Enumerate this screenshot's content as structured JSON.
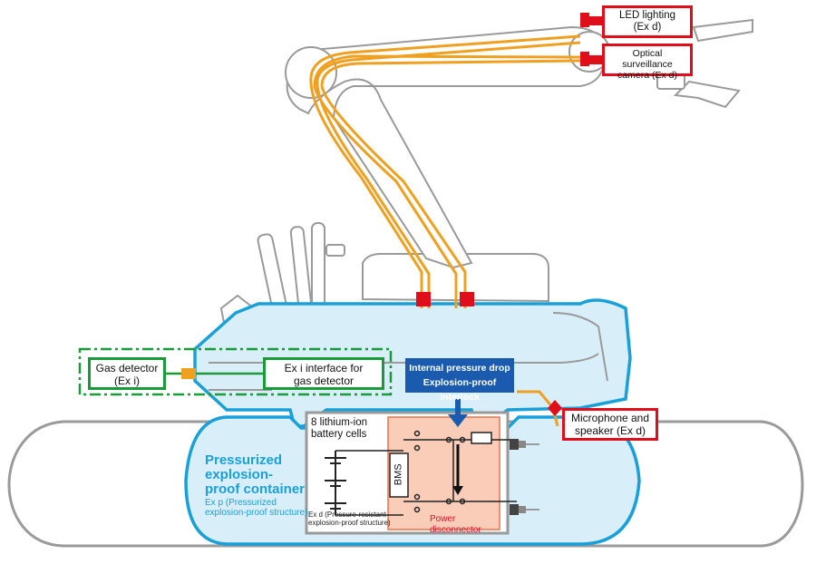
{
  "labels": {
    "led_lighting": "LED lighting\n(Ex d)",
    "optical_camera": "Optical surveillance\ncamera (Ex d)",
    "gas_detector": "Gas detector\n(Ex i)",
    "exi_interface": "Ex i interface for\ngas detector",
    "interlock_line1": "Internal pressure drop",
    "interlock_line2": "Explosion-proof interlock",
    "microphone": "Microphone and\nspeaker (Ex d)",
    "battery_cells": "8 lithium-ion\nbattery cells",
    "bms": "BMS",
    "power_disconnector": "Power disconnector",
    "ex_d_note": "Ex d (Pressure-resistant\nexplosion-proof structure)",
    "pressurized_title": "Pressurized\nexplosion-\nproof container",
    "pressurized_sub": "Ex p (Pressurized\nexplosion-proof structure)"
  },
  "colors": {
    "ex_d_red": "#e00d1b",
    "ex_i_green": "#1a9b3a",
    "container_blue": "#1aa0d8",
    "container_fill": "#d8eef9",
    "interlock_blue": "#1a5bb0",
    "cable_orange": "#f0a020",
    "disconnector_fill": "#f9cdb8",
    "robot_outline": "#9a9a9a"
  }
}
